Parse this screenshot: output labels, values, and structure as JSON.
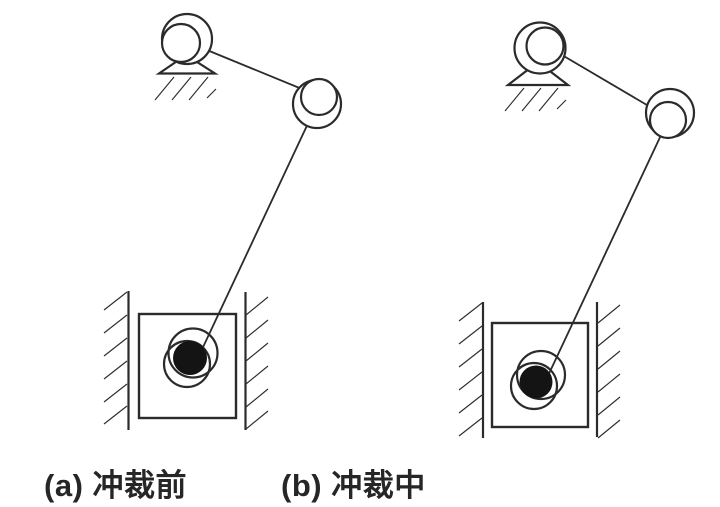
{
  "figure": {
    "background_color": "#ffffff",
    "line_color": "#2b2b2b",
    "pin_fill_color": "#141414",
    "panels": [
      {
        "id": "a",
        "caption": "(a) 冲裁前"
      },
      {
        "id": "b",
        "caption": "(b) 冲裁中"
      }
    ]
  }
}
